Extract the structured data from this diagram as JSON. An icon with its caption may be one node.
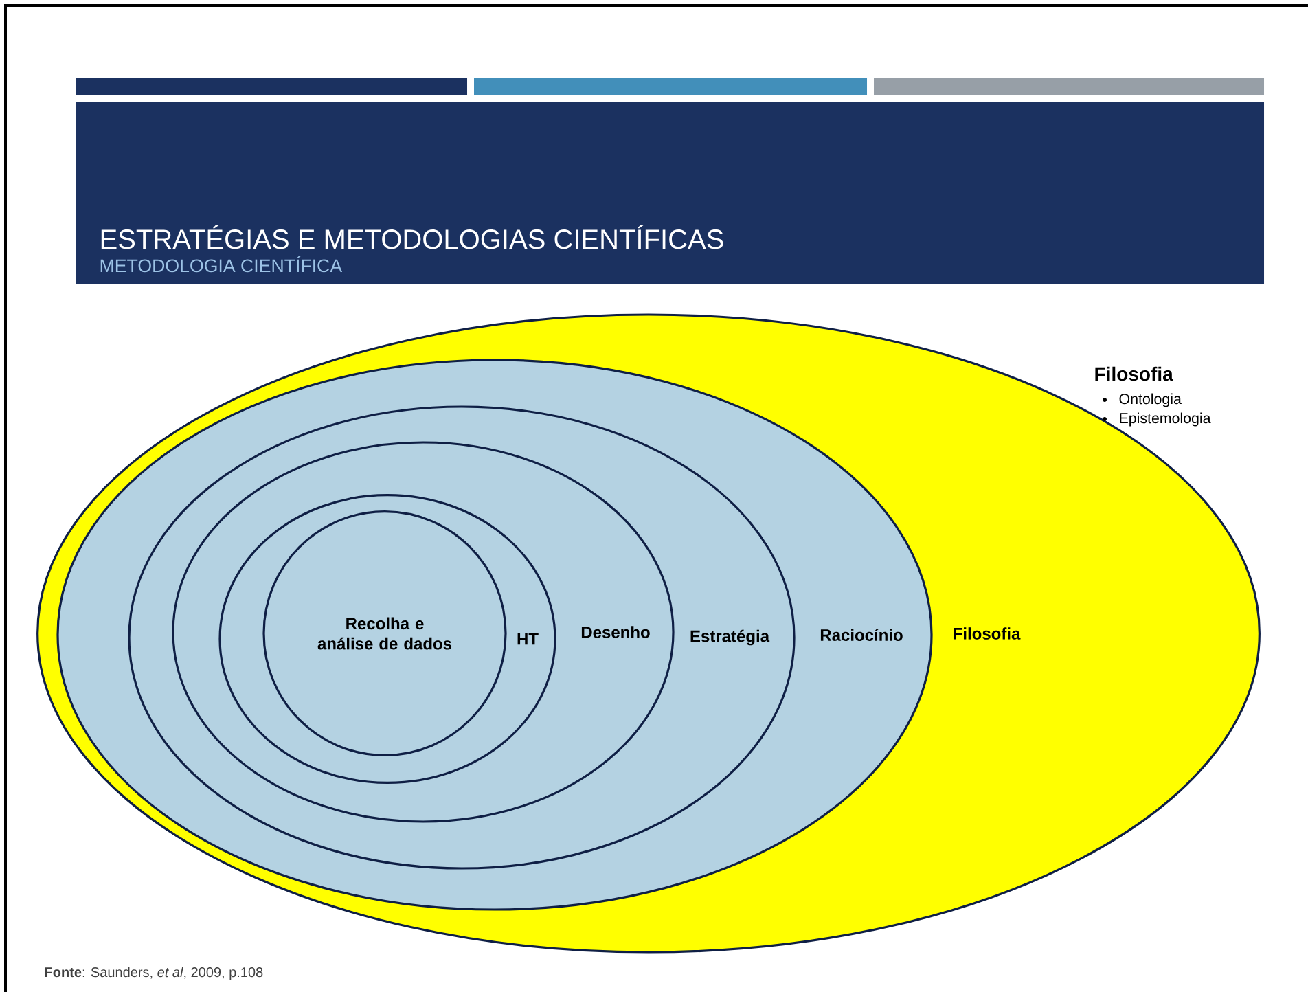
{
  "diagram": {
    "title": "ESTRATÉGIAS E METODOLOGIAS CIENTÍFICAS",
    "caption": "**Fonte**: Saunders, *et al*, 2009, p.108",
    "nodes": [
      {
        "text": [
          "Filosofia"
        ]
      },
      {
        "text": [
          "Raciocínio"
        ],
        "in": 0
      },
      {
        "text": [
          "Estratégia"
        ],
        "in": 1
      },
      {
        "text": [
          "Desenho"
        ],
        "in": 2
      },
      {
        "text": [
          "HT"
        ],
        "in": 3
      },
      {
        "text": [
          "Recolha e análise de dados"
        ],
        "in": 4
      }
    ],
    "labels": [
      "METODOLOGIA CIENTÍFICA",
      "Filosofia",
      "Ontologia",
      "Epistemologia"
    ]
  }
}
